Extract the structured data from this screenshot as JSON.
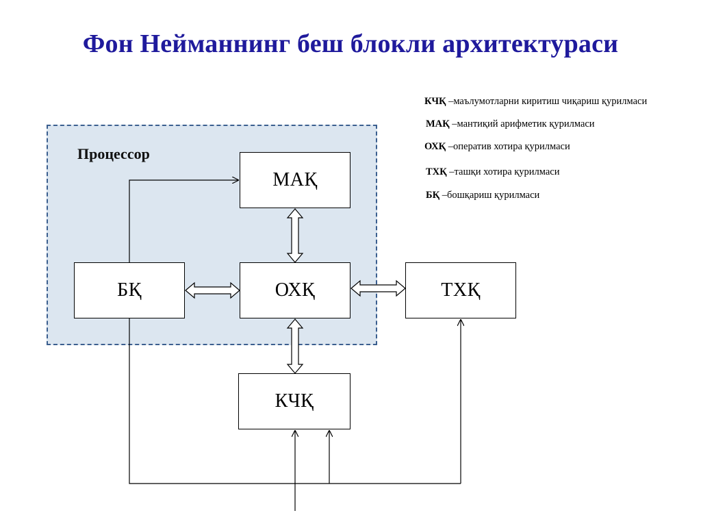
{
  "title": "Фон Нейманнинг беш блокли архитектураси",
  "processor_label": "Процессор",
  "blocks": {
    "mak": "МАҚ",
    "bk": "БҚ",
    "ohk": "ОХҚ",
    "thk": "ТХҚ",
    "kchk": "КЧҚ"
  },
  "legend": [
    {
      "abbr": "КЧҚ",
      "desc": " –маълумотларни киритиш чиқариш қурилмаси"
    },
    {
      "abbr": "МАҚ",
      "desc": " –мантиқий арифметик қурилмаси"
    },
    {
      "abbr": "ОХҚ",
      "desc": " –оператив хотира қурилмаси"
    },
    {
      "abbr": "ТХҚ",
      "desc": " –ташқи хотира қурилмаси"
    },
    {
      "abbr": "БҚ",
      "desc": " –бошқариш қурилмаси"
    }
  ],
  "colors": {
    "title": "#1f1a9c",
    "processor_fill": "#dce6f0",
    "processor_border": "#3b5f8f"
  }
}
